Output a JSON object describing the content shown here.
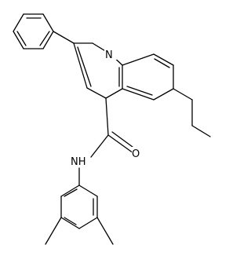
{
  "molecule": {
    "atoms": {
      "ring_nitrogen": "N",
      "amide_oxygen": "O",
      "amide_nh": "NH"
    }
  }
}
